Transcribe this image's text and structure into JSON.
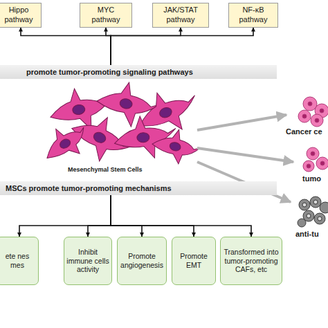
{
  "diagram": {
    "nodes": [
      {
        "text": [
          "Hippo pathway"
        ]
      },
      {
        "text": [
          "MYC pathway"
        ]
      },
      {
        "text": [
          "JAK/STAT pathway"
        ]
      },
      {
        "text": [
          "NF-κB pathway"
        ]
      },
      {
        "text": [
          "promote tumor-promoting signaling pathways"
        ]
      },
      {
        "text": [
          "MSCs promote tumor-promoting mechanisms"
        ]
      },
      {
        "text": [
          "ete nes mes"
        ]
      },
      {
        "text": [
          "Inhibit immune cells activity"
        ]
      },
      {
        "text": [
          "Promote angiogenesis"
        ]
      },
      {
        "text": [
          "Promote EMT"
        ]
      },
      {
        "text": [
          "Transformed into tumor-promoting CAFs, etc"
        ]
      }
    ],
    "edges": [
      {
        "from": 4,
        "to": 0,
        "arrow": "to"
      },
      {
        "from": 4,
        "to": 1,
        "arrow": "to"
      },
      {
        "from": 4,
        "to": 2,
        "arrow": "to"
      },
      {
        "from": 4,
        "to": 3,
        "arrow": "to"
      },
      {
        "from": 5,
        "to": 6,
        "arrow": "to"
      },
      {
        "from": 5,
        "to": 7,
        "arrow": "to"
      },
      {
        "from": 5,
        "to": 8,
        "arrow": "to"
      },
      {
        "from": 5,
        "to": 9,
        "arrow": "to"
      },
      {
        "from": 5,
        "to": 10,
        "arrow": "to"
      }
    ],
    "labels": [
      "Mesenchymal Stem Cells",
      "Cancer ce",
      "tumo",
      "anti-tu"
    ]
  }
}
